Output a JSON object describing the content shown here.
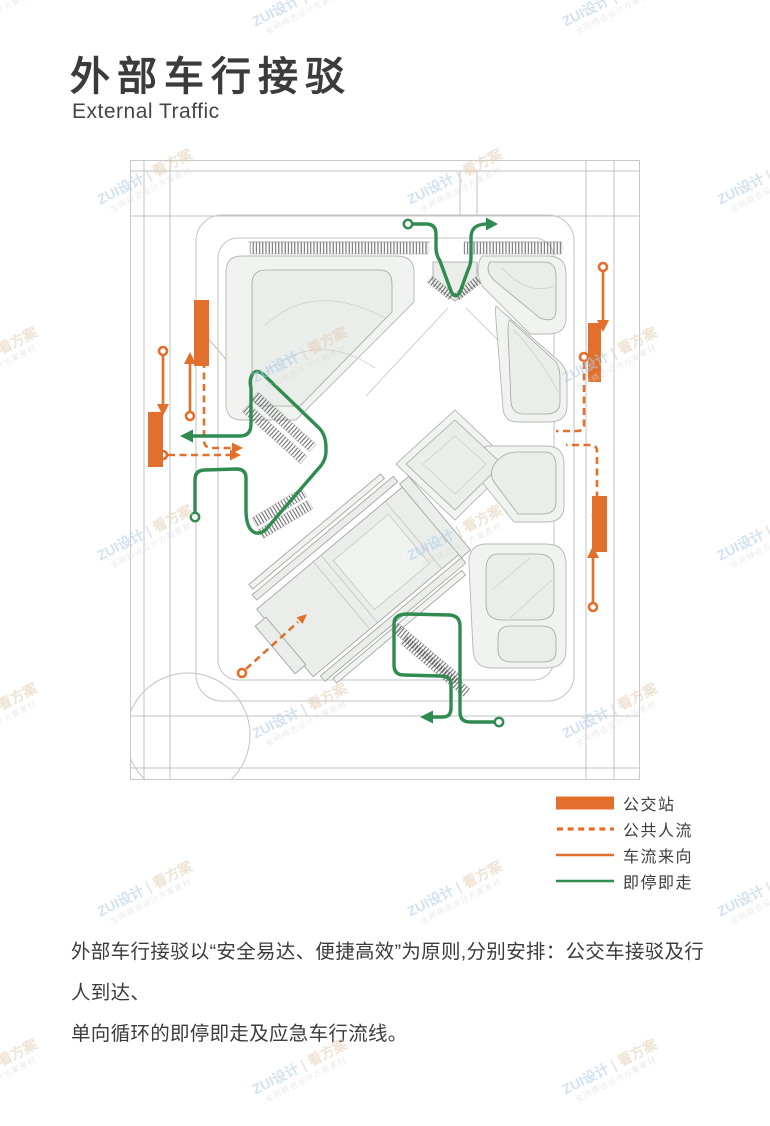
{
  "page": {
    "title": "外部车行接驳",
    "subtitle": "External Traffic"
  },
  "legend": {
    "items": [
      {
        "label": "公交站",
        "swatch": "solid-rect",
        "color": "#E2702C"
      },
      {
        "label": "公共人流",
        "swatch": "dashed-line",
        "color": "#E2702C"
      },
      {
        "label": "车流来向",
        "swatch": "thin-line",
        "color": "#E2702C"
      },
      {
        "label": "即停即走",
        "swatch": "thin-line",
        "color": "#2F8B4F"
      }
    ]
  },
  "description": {
    "line1": "外部车行接驳以“安全易达、便捷高效”为原则,分别安排：公交车接驳及行人到达、",
    "line2": "单向循环的即停即走及应急车行流线。"
  },
  "watermark": {
    "brand": "ZUI设计",
    "divider": " | ",
    "suffix": "看方案",
    "subtext": "全网精选设计方案素材"
  },
  "colors": {
    "orange": "#E2702C",
    "green": "#2F8B4F",
    "road": "#c3c3c3",
    "frame": "#c8c8c8",
    "parcel_fill": "#f1f3f0",
    "parcel_stroke": "#b4b8b4",
    "building_fill": "#eaedea",
    "building_stroke": "#a2a6a2",
    "hatch": "#4f4f4f"
  }
}
